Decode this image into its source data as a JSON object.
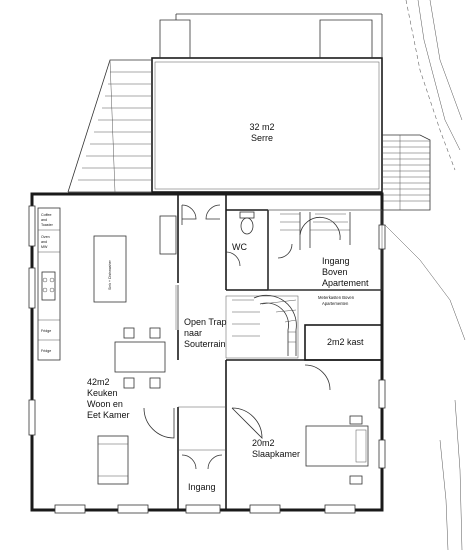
{
  "rooms": {
    "serre": {
      "line1": "32 m2",
      "line2": "Serre"
    },
    "keuken": {
      "line1": "42m2",
      "line2": "Keuken",
      "line3": "Woon en",
      "line4": "Eet Kamer"
    },
    "wc": {
      "label": "WC"
    },
    "trap": {
      "line1": "Open Trap",
      "line2": "naar",
      "line3": "Souterrain"
    },
    "ingang_boven": {
      "line1": "Ingang",
      "line2": "Boven",
      "line3": "Apartement"
    },
    "meterkasten": {
      "line1": "Meterkasten Boven",
      "line2": "Apartementen"
    },
    "kast": {
      "label": "2m2 kast"
    },
    "slaapkamer": {
      "line1": "20m2",
      "line2": "Slaapkamer"
    },
    "ingang": {
      "label": "Ingang"
    }
  },
  "appliances": {
    "coffee": {
      "line1": "Coffee",
      "line2": "and",
      "line3": "Toaster"
    },
    "oven": {
      "line1": "Oven",
      "line2": "and",
      "line3": "MW"
    },
    "fridge1": {
      "label": "Fridge"
    },
    "fridge2": {
      "label": "Fridge"
    },
    "sink": {
      "label": "Sink + Dishwasher"
    }
  }
}
